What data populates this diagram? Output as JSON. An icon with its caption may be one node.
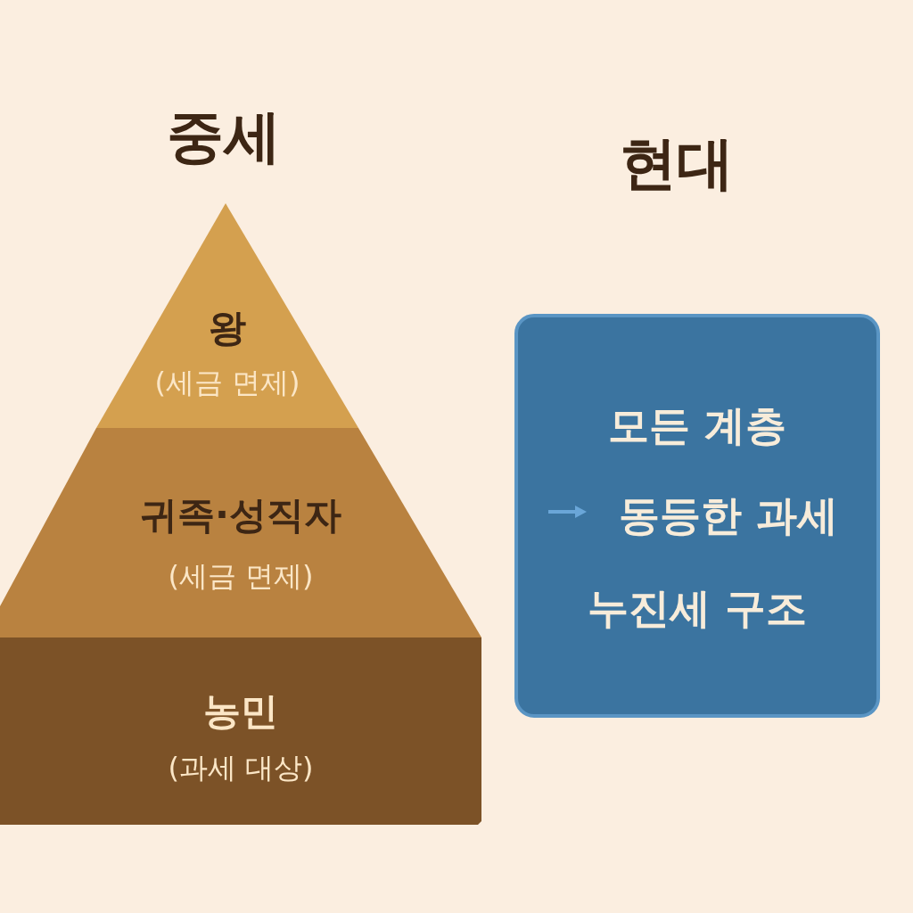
{
  "diagram": {
    "nodes": [
      {
        "text": [
          "왕",
          "(세금 면제)"
        ]
      },
      {
        "text": [
          "귀족·성직자",
          "(세금 면제)"
        ]
      },
      {
        "text": [
          "농민",
          "(과세 대상)"
        ]
      },
      {
        "text": [
          "모든 계층",
          "동등한 과세",
          "누진세 구조"
        ]
      }
    ],
    "edges": [],
    "labels": [
      "중세",
      "현대"
    ]
  }
}
